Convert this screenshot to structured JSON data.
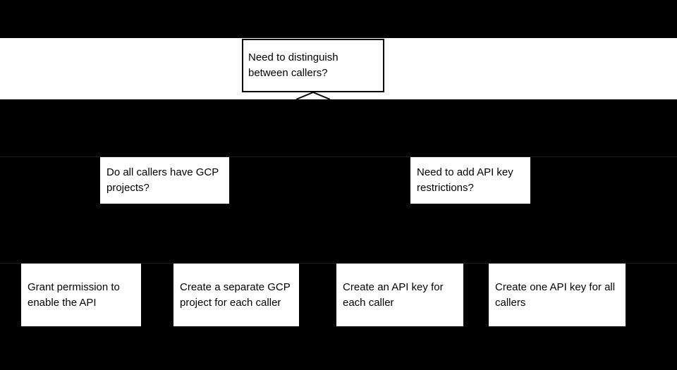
{
  "diagram": {
    "root": {
      "label": "Need to distinguish between callers?"
    },
    "branches": [
      {
        "label": "Do all callers have GCP projects?"
      },
      {
        "label": "Need to add API key restrictions?"
      }
    ],
    "leaves": [
      {
        "label": "Grant permission to enable the API"
      },
      {
        "label": "Create a separate GCP project for each caller"
      },
      {
        "label": "Create an API key for each caller"
      },
      {
        "label": "Create one API key for all callers"
      }
    ],
    "colors": {
      "background": "#000000",
      "node_fill": "#ffffff",
      "node_border": "#000000",
      "text": "#000000",
      "faint_divider": "#1e1e1e"
    }
  }
}
